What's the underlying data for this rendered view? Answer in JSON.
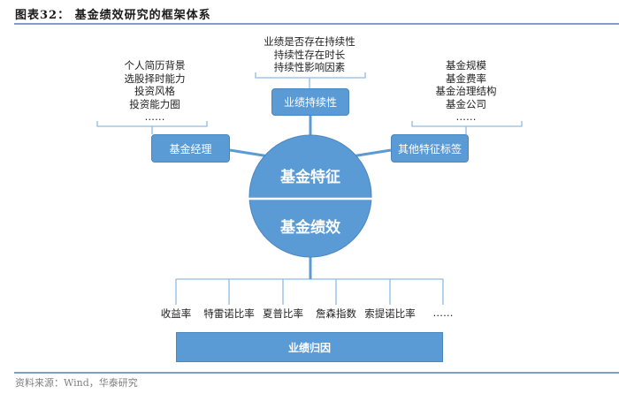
{
  "header": {
    "title": "图表32：  基金绩效研究的框架体系"
  },
  "center": {
    "top_label": "基金特征",
    "bottom_label": "基金绩效"
  },
  "nodes": {
    "persistence": {
      "label": "业绩持续性",
      "items": [
        "业绩是否存在持续性",
        "持续性存在时长",
        "持续性影响因素"
      ]
    },
    "manager": {
      "label": "基金经理",
      "items": [
        "个人简历背景",
        "选股择时能力",
        "投资风格",
        "投资能力圈",
        "……"
      ]
    },
    "other": {
      "label": "其他特征标签",
      "items": [
        "基金规模",
        "基金费率",
        "基金治理结构",
        "基金公司",
        "……"
      ]
    }
  },
  "metrics": [
    "收益率",
    "特雷诺比率",
    "夏普比率",
    "詹森指数",
    "索提诺比率",
    "……"
  ],
  "attribution": {
    "label": "业绩归因"
  },
  "footer": {
    "source": "资料来源：Wind，华泰研究"
  },
  "colors": {
    "accent": "#5b9bd5",
    "line": "#7fb2e0",
    "rule": "#7f9fc6"
  }
}
